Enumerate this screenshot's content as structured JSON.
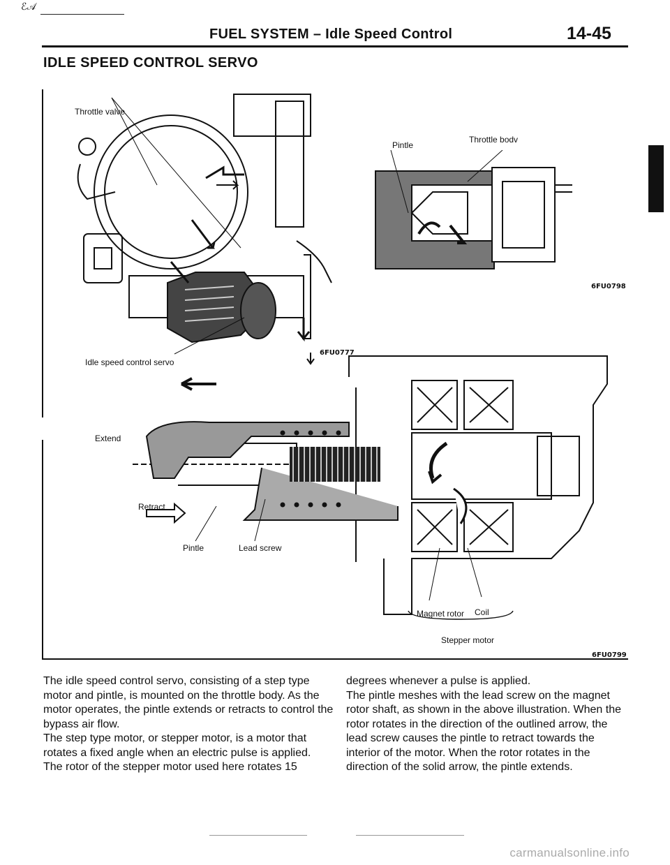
{
  "header": {
    "scribble": "ℰ𝒜",
    "system": "FUEL SYSTEM",
    "dash": "–",
    "subtitle": "Idle Speed Control",
    "page_number": "14-45"
  },
  "section_title": "IDLE SPEED CONTROL SERVO",
  "figure1": {
    "labels": {
      "throttle_valve": "Throttle valve",
      "idle_servo": "Idle speed control servo",
      "code": "6FU0777"
    }
  },
  "figure2": {
    "labels": {
      "pintle": "Pintle",
      "throttle_body": "Throttle bodv",
      "code": "6FU0798"
    }
  },
  "figure3": {
    "labels": {
      "extend": "Extend",
      "retract": "Retract",
      "pintle": "Pintle",
      "lead_screw": "Lead screw",
      "magnet_rotor": "Magnet rotor",
      "coil": "Coil",
      "stepper_motor": "Stepper motor",
      "code": "6FU0799"
    }
  },
  "body": {
    "left": [
      "The idle speed control servo, consisting of a step type motor and pintle, is mounted on the throttle body. As the motor operates, the pintle extends or retracts to control the bypass air flow.",
      "The step type motor, or stepper motor, is a motor that rotates a fixed angle when an electric pulse is applied.",
      "The rotor of the stepper motor used here rotates 15"
    ],
    "right": [
      "degrees whenever a pulse is applied.",
      "The pintle meshes with the lead screw on the magnet rotor shaft, as shown in the above illustration. When the rotor rotates in the direction of the outlined arrow, the lead screw causes the pintle to retract towards the interior of the motor. When the rotor rotates in the direction of the solid arrow, the pintle extends."
    ]
  },
  "watermark": "carmanualsonline.info"
}
